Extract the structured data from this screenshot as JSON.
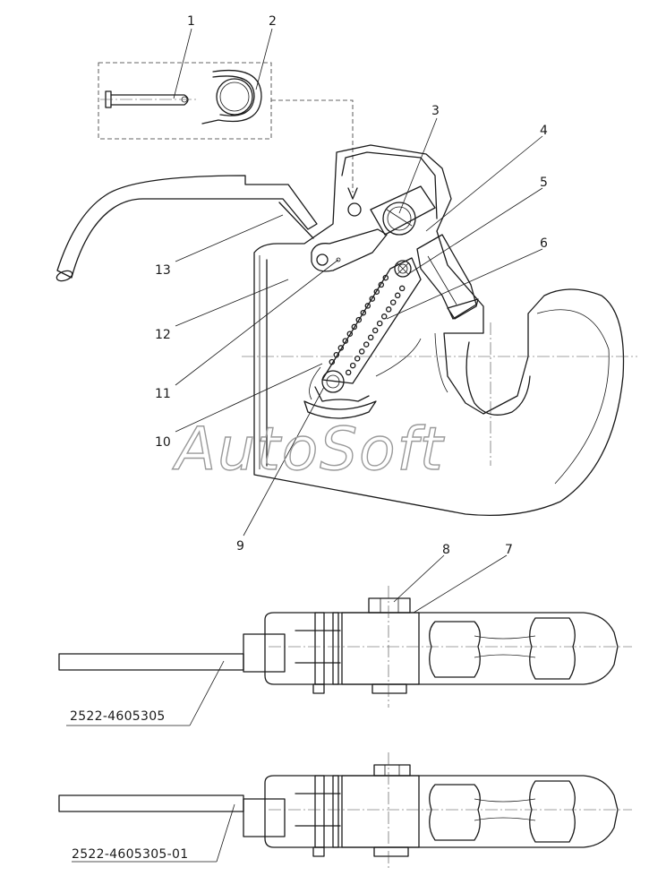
{
  "callouts": [
    {
      "id": "1",
      "label": "1"
    },
    {
      "id": "2",
      "label": "2"
    },
    {
      "id": "3",
      "label": "3"
    },
    {
      "id": "4",
      "label": "4"
    },
    {
      "id": "5",
      "label": "5"
    },
    {
      "id": "6",
      "label": "6"
    },
    {
      "id": "7",
      "label": "7"
    },
    {
      "id": "8",
      "label": "8"
    },
    {
      "id": "9",
      "label": "9"
    },
    {
      "id": "10",
      "label": "10"
    },
    {
      "id": "11",
      "label": "11"
    },
    {
      "id": "12",
      "label": "12"
    },
    {
      "id": "13",
      "label": "13"
    }
  ],
  "part_numbers": {
    "top_view": "2522-4605305",
    "bottom_view": "2522-4605305-01"
  },
  "watermark": "AutoSoft",
  "colors": {
    "line": "#1a1a1a",
    "watermark": "#9a9a9a",
    "background": "#ffffff"
  }
}
